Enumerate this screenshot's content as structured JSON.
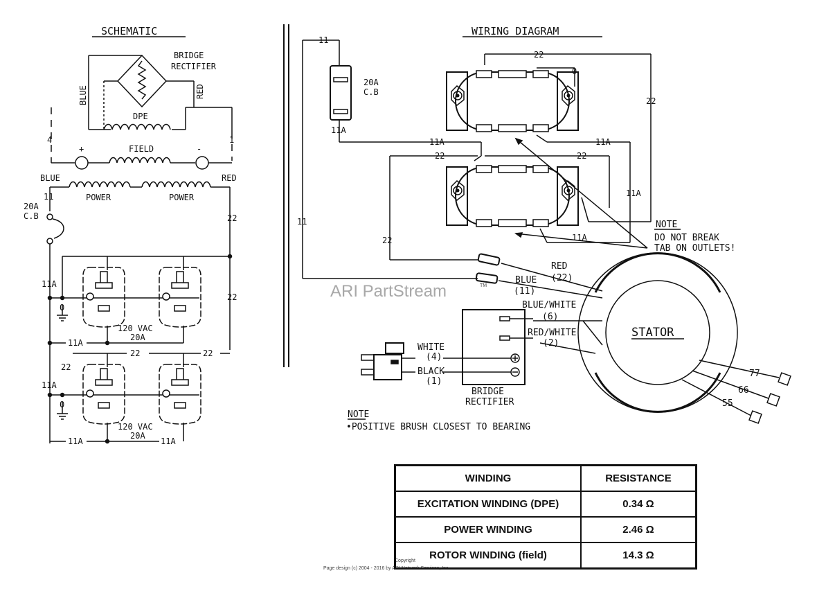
{
  "schematic": {
    "title": "SCHEMATIC",
    "bridge_rectifier_label": [
      "BRIDGE",
      "RECTIFIER"
    ],
    "blue": "BLUE",
    "red": "RED",
    "dpe": "DPE",
    "wire_4": "4",
    "wire_1": "1",
    "plus": "+",
    "minus": "-",
    "field": "FIELD",
    "power_blue": "BLUE",
    "wire_11": "11",
    "power_1": "POWER",
    "power_2": "POWER",
    "power_red": "RED",
    "cb_20a": "20A",
    "cb": "C.B",
    "wire_22_a": "22",
    "wire_22_b": "22",
    "wire_11a_a": "11A",
    "ground_0_a": "0",
    "vac_a": "120 VAC",
    "amp_a": "20A",
    "wire_11a_b": "11A",
    "wire_22_c": "22",
    "wire_22_d": "22",
    "wire_22_e": "22",
    "wire_11a_c": "11A",
    "ground_0_b": "0",
    "vac_b": "120 VAC",
    "amp_b": "20A",
    "wire_11a_d": "11A",
    "wire_11a_e": "11A"
  },
  "wiring": {
    "title": "WIRING DIAGRAM",
    "w11_top": "11",
    "cb_20a": "20A",
    "cb": "C.B",
    "w11a_cb": "11A",
    "w22_top": "22",
    "w0": "0",
    "w22_right": "22",
    "w11a_mid_left": "11A",
    "w11a_mid_right": "11A",
    "w22_lower_left": "22",
    "w22_lower_right": "22",
    "w11a_right": "11A",
    "w11_left": "11",
    "w22_left": "22",
    "w11a_bottom": "11A",
    "note_title": "NOTE",
    "note_lines": [
      "DO NOT BREAK",
      "TAB ON OUTLETS!"
    ],
    "red": "RED",
    "red_num": "(22)",
    "blue": "BLUE",
    "blue_num": "(11)",
    "blue_white": "BLUE/WHITE",
    "blue_white_num": "(6)",
    "red_white": "RED/WHITE",
    "red_white_num": "(2)",
    "white": "WHITE",
    "white_num": "(4)",
    "black": "BLACK",
    "black_num": "(1)",
    "bridge_rectifier": [
      "BRIDGE",
      "RECTIFIER"
    ],
    "stator": "STATOR",
    "w77": "77",
    "w66": "66",
    "w55": "55",
    "note2_title": "NOTE",
    "note2_text": "•POSITIVE BRUSH CLOSEST TO BEARING"
  },
  "watermark": "ARI PartStream",
  "watermark_tm": "TM",
  "copyright": "Copyright",
  "page_design": "Page design (c) 2004 - 2016 by ARI Network Services, Inc.",
  "table": {
    "headers": [
      "WINDING",
      "RESISTANCE"
    ],
    "rows": [
      [
        "EXCITATION WINDING (DPE)",
        "0.34 Ω"
      ],
      [
        "POWER WINDING",
        "2.46 Ω"
      ],
      [
        "ROTOR WINDING (field)",
        "14.3 Ω"
      ]
    ]
  }
}
